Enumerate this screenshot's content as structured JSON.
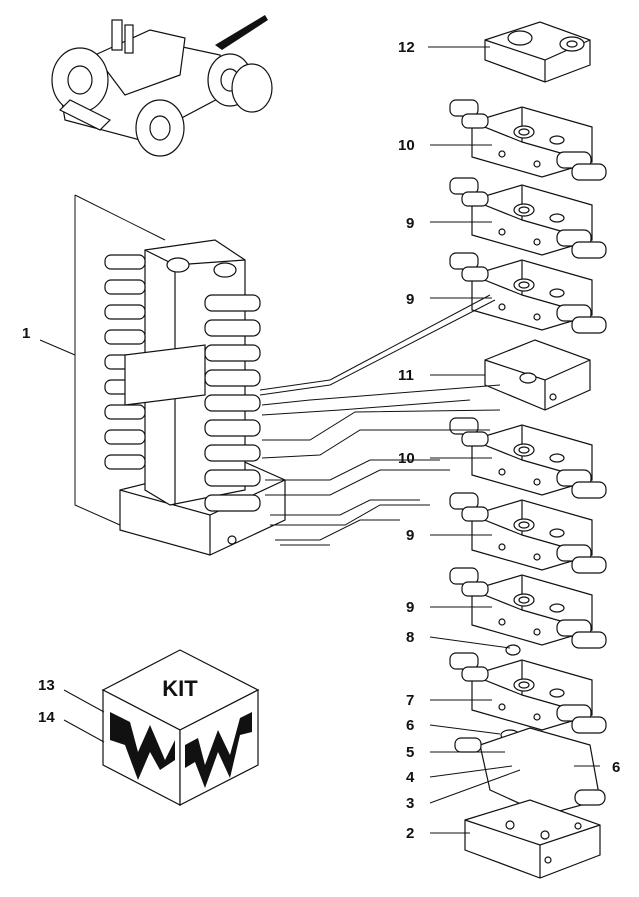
{
  "kit_box": {
    "label": "KIT"
  },
  "callouts": [
    {
      "id": "c12",
      "text": "12"
    },
    {
      "id": "c10a",
      "text": "10"
    },
    {
      "id": "c9a",
      "text": "9"
    },
    {
      "id": "c9b",
      "text": "9"
    },
    {
      "id": "c11",
      "text": "11"
    },
    {
      "id": "c10b",
      "text": "10"
    },
    {
      "id": "c9c",
      "text": "9"
    },
    {
      "id": "c9d",
      "text": "9"
    },
    {
      "id": "c8",
      "text": "8"
    },
    {
      "id": "c7",
      "text": "7"
    },
    {
      "id": "c6a",
      "text": "6"
    },
    {
      "id": "c5",
      "text": "5"
    },
    {
      "id": "c4",
      "text": "4"
    },
    {
      "id": "c3",
      "text": "3"
    },
    {
      "id": "c2",
      "text": "2"
    },
    {
      "id": "c6b",
      "text": "6"
    },
    {
      "id": "c1",
      "text": "1"
    },
    {
      "id": "c13",
      "text": "13"
    },
    {
      "id": "c14",
      "text": "14"
    }
  ]
}
